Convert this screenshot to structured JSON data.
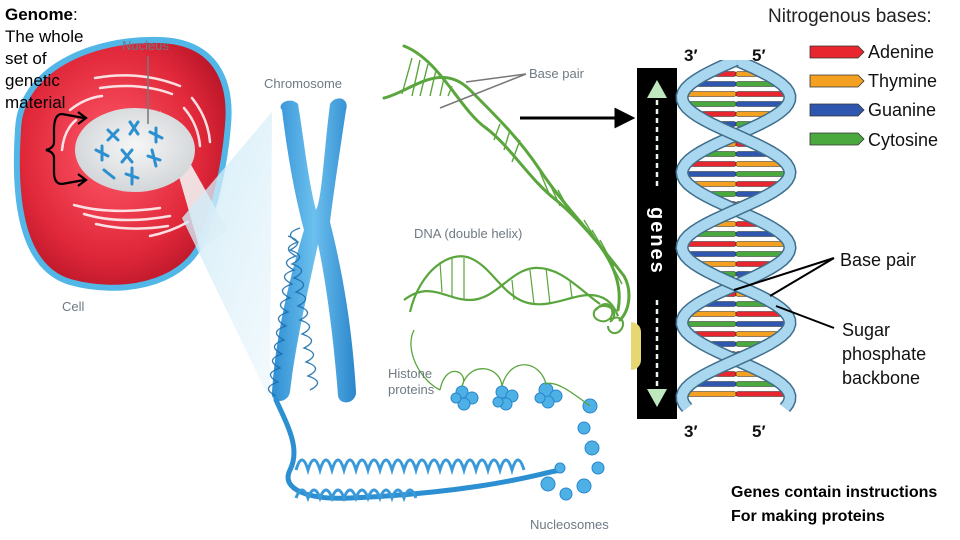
{
  "genome": {
    "term": "Genome",
    "colon": ":",
    "definition_lines": [
      "The whole",
      "set of",
      "genetic",
      "material"
    ]
  },
  "labels": {
    "nucleus": "Nucleus",
    "cell": "Cell",
    "chromosome": "Chromosome",
    "base_pair_top": "Base pair",
    "dna": "DNA (double helix)",
    "histone_line1": "Histone",
    "histone_line2": "proteins",
    "nucleosomes": "Nucleosomes"
  },
  "genes_bar": {
    "label": "genes"
  },
  "helix": {
    "top_left": "3′",
    "top_right": "5′",
    "bottom_left": "3′",
    "bottom_right": "5′",
    "base_pair": "Base pair",
    "backbone_lines": [
      "Sugar",
      "phosphate",
      "backbone"
    ]
  },
  "legend": {
    "title": "Nitrogenous bases:",
    "items": [
      {
        "label": "Adenine",
        "color": "#e8262d"
      },
      {
        "label": "Thymine",
        "color": "#f4a023"
      },
      {
        "label": "Guanine",
        "color": "#2f57b0"
      },
      {
        "label": "Cytosine",
        "color": "#4aa83e"
      }
    ]
  },
  "note": {
    "lines": [
      "Genes contain instructions",
      "For making proteins"
    ]
  },
  "colors": {
    "cell_red": "#e0283a",
    "chromosome_blue": "#3a9ad9",
    "dna_green": "#5aa63d",
    "helix_backbone": "#a9d7ef",
    "genes_bar": "#000000"
  }
}
